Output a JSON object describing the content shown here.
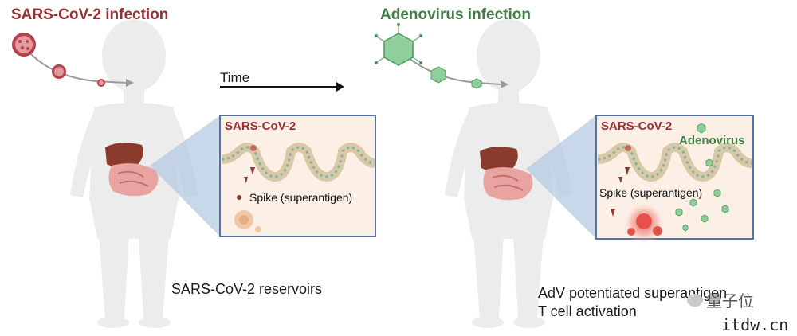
{
  "colors": {
    "sars": "#9b2f2f",
    "adeno": "#3f7f44",
    "inset_border": "#5a6fa3",
    "inset_fill": "#fcefe6",
    "body_fill": "#ececec",
    "cone_fill": "#b5c9e2"
  },
  "left": {
    "title": "SARS-CoV-2 infection",
    "caption": "SARS-CoV-2 reservoirs",
    "inset": {
      "title": "SARS-CoV-2",
      "spike_label": "Spike (superantigen)"
    }
  },
  "time": {
    "label": "Time"
  },
  "right": {
    "title": "Adenovirus infection",
    "caption_line1": "AdV potentiated superantigen",
    "caption_line2": "T cell activation",
    "inset": {
      "title": "SARS-CoV-2",
      "adeno_label": "Adenovirus",
      "spike_label": "Spike (superantigen)"
    }
  },
  "watermark": {
    "wechat": "量子位",
    "site": "itdw.cn"
  }
}
